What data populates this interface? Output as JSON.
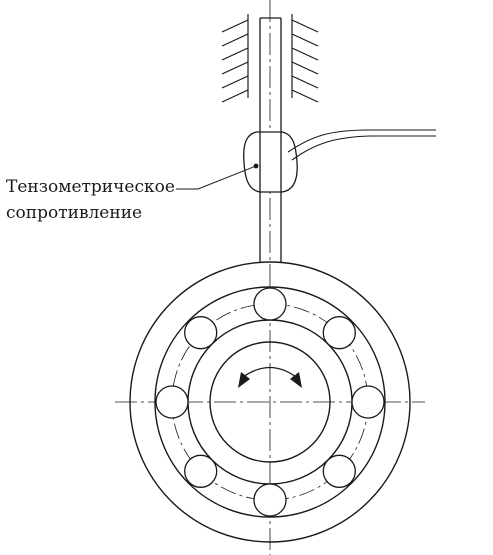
{
  "diagram": {
    "label_line1": "Тензометрическое",
    "label_line2": "сопротивление",
    "bearing_ball_count": 8,
    "stroke_color": "#1a1a1a"
  }
}
